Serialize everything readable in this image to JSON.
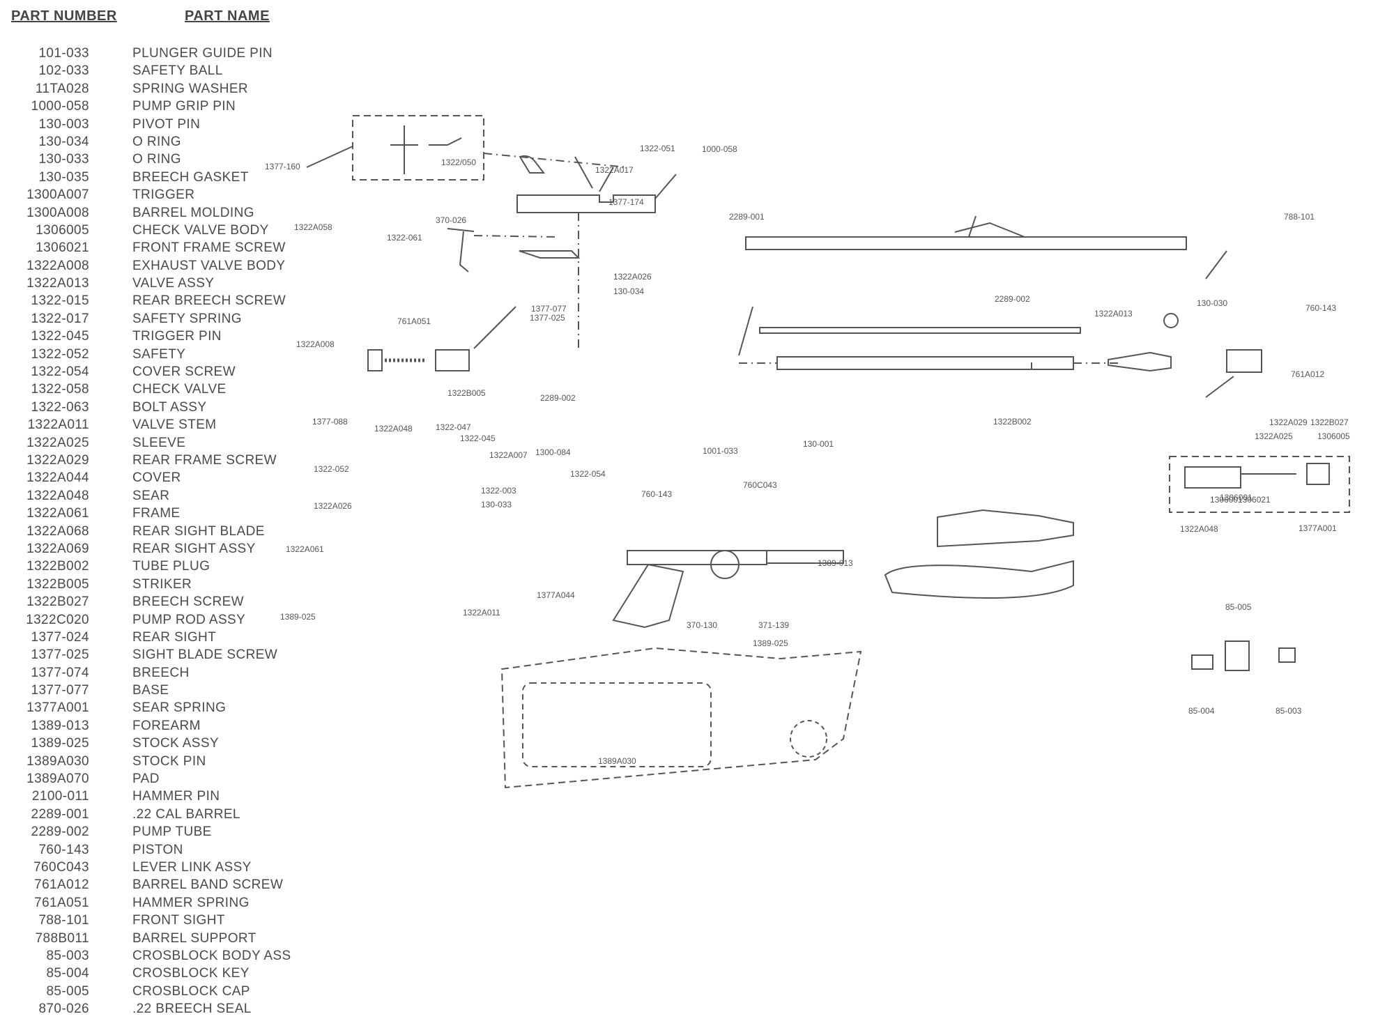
{
  "headers": {
    "part_number": "PART NUMBER",
    "part_name": "PART NAME"
  },
  "parts": [
    {
      "number": "101-033",
      "name": "PLUNGER GUIDE PIN"
    },
    {
      "number": "102-033",
      "name": "SAFETY BALL"
    },
    {
      "number": "11TA028",
      "name": "SPRING WASHER"
    },
    {
      "number": "1000-058",
      "name": "PUMP GRIP PIN"
    },
    {
      "number": "130-003",
      "name": "PIVOT PIN"
    },
    {
      "number": "130-034",
      "name": "O RING"
    },
    {
      "number": "130-033",
      "name": "O RING"
    },
    {
      "number": "130-035",
      "name": "BREECH GASKET"
    },
    {
      "number": "1300A007",
      "name": "TRIGGER"
    },
    {
      "number": "1300A008",
      "name": "BARREL MOLDING"
    },
    {
      "number": "1306005",
      "name": "CHECK VALVE BODY"
    },
    {
      "number": "1306021",
      "name": "FRONT FRAME SCREW"
    },
    {
      "number": "1322A008",
      "name": "EXHAUST VALVE BODY"
    },
    {
      "number": "1322A013",
      "name": "VALVE ASSY"
    },
    {
      "number": "1322-015",
      "name": "REAR BREECH SCREW"
    },
    {
      "number": "1322-017",
      "name": "SAFETY SPRING"
    },
    {
      "number": "1322-045",
      "name": "TRIGGER PIN"
    },
    {
      "number": "1322-052",
      "name": "SAFETY"
    },
    {
      "number": "1322-054",
      "name": "COVER SCREW"
    },
    {
      "number": "1322-058",
      "name": "CHECK VALVE"
    },
    {
      "number": "1322-063",
      "name": "BOLT ASSY"
    },
    {
      "number": "1322A011",
      "name": "VALVE STEM"
    },
    {
      "number": "1322A025",
      "name": "SLEEVE"
    },
    {
      "number": "1322A029",
      "name": "REAR FRAME SCREW"
    },
    {
      "number": "1322A044",
      "name": "COVER"
    },
    {
      "number": "1322A048",
      "name": "SEAR"
    },
    {
      "number": "1322A061",
      "name": "FRAME"
    },
    {
      "number": "1322A068",
      "name": "REAR SIGHT BLADE"
    },
    {
      "number": "1322A069",
      "name": "REAR SIGHT ASSY"
    },
    {
      "number": "1322B002",
      "name": "TUBE PLUG"
    },
    {
      "number": "1322B005",
      "name": "STRIKER"
    },
    {
      "number": "1322B027",
      "name": "BREECH SCREW"
    },
    {
      "number": "1322C020",
      "name": "PUMP ROD ASSY"
    },
    {
      "number": "1377-024",
      "name": "REAR SIGHT"
    },
    {
      "number": "1377-025",
      "name": "SIGHT BLADE SCREW"
    },
    {
      "number": "1377-074",
      "name": "BREECH"
    },
    {
      "number": "1377-077",
      "name": "BASE"
    },
    {
      "number": "1377A001",
      "name": "SEAR SPRING"
    },
    {
      "number": "1389-013",
      "name": "FOREARM"
    },
    {
      "number": "1389-025",
      "name": "STOCK ASSY"
    },
    {
      "number": "1389A030",
      "name": "STOCK PIN"
    },
    {
      "number": "1389A070",
      "name": "PAD"
    },
    {
      "number": "2100-011",
      "name": "HAMMER PIN"
    },
    {
      "number": "2289-001",
      "name": ".22 CAL BARREL"
    },
    {
      "number": "2289-002",
      "name": "PUMP TUBE"
    },
    {
      "number": "760-143",
      "name": "PISTON"
    },
    {
      "number": "760C043",
      "name": "LEVER LINK ASSY"
    },
    {
      "number": "761A012",
      "name": "BARREL BAND SCREW"
    },
    {
      "number": "761A051",
      "name": "HAMMER SPRING"
    },
    {
      "number": "788-101",
      "name": "FRONT SIGHT"
    },
    {
      "number": "788B011",
      "name": "BARREL SUPPORT"
    },
    {
      "number": "85-003",
      "name": "CROSBLOCK BODY ASS"
    },
    {
      "number": "85-004",
      "name": "CROSBLOCK KEY"
    },
    {
      "number": "85-005",
      "name": "CROSBLOCK CAP"
    },
    {
      "number": "870-026",
      "name": ".22 BREECH SEAL"
    }
  ],
  "callouts": {
    "c1": "1377-160",
    "c2": "1322-051",
    "c3": "1322A058",
    "c4": "1322/050",
    "c5": "1000-058",
    "c6": "1322A017",
    "c7": "1377-174",
    "c8": "370-026",
    "c9": "2289-001",
    "c10": "788-101",
    "c11": "1322-061",
    "c12": "1377-077",
    "c13": "1322A026",
    "c14": "130-034",
    "c15": "2289-002",
    "c16": "1322A013",
    "c17": "130-030",
    "c18": "760-143",
    "c19": "761A051",
    "c20": "1322A008",
    "c21": "1322B005",
    "c22": "2289-002",
    "c23": "761A012",
    "c24": "1377-088",
    "c25": "1322A048",
    "c26": "1322-047",
    "c27": "1322-045",
    "c28": "1322A007",
    "c29": "1300-084",
    "c30": "1322-054",
    "c31": "1322B002",
    "c32": "1322-052",
    "c33": "1322A026",
    "c34": "1322-003",
    "c35": "130-033",
    "c36": "1322A061",
    "c37": "760-143",
    "c38": "1001-033",
    "c39": "130-001",
    "c40": "760C043",
    "c41": "1322B027",
    "c42": "1322A029",
    "c43": "1306001",
    "c44": "1377A001",
    "c45": "1389-013",
    "c46": "1377A044",
    "c47": "1322A025",
    "c48": "1306005",
    "c49": "1389-025",
    "c50": "1322A011",
    "c51": "1306021",
    "c52": "1322A048",
    "c53": "1306001",
    "c54": "1389-025",
    "c55": "1389A030",
    "c56": "370-130",
    "c57": "371-139",
    "c58": "85-005",
    "c59": "85-004",
    "c60": "85-003",
    "c61": "1377-025"
  }
}
